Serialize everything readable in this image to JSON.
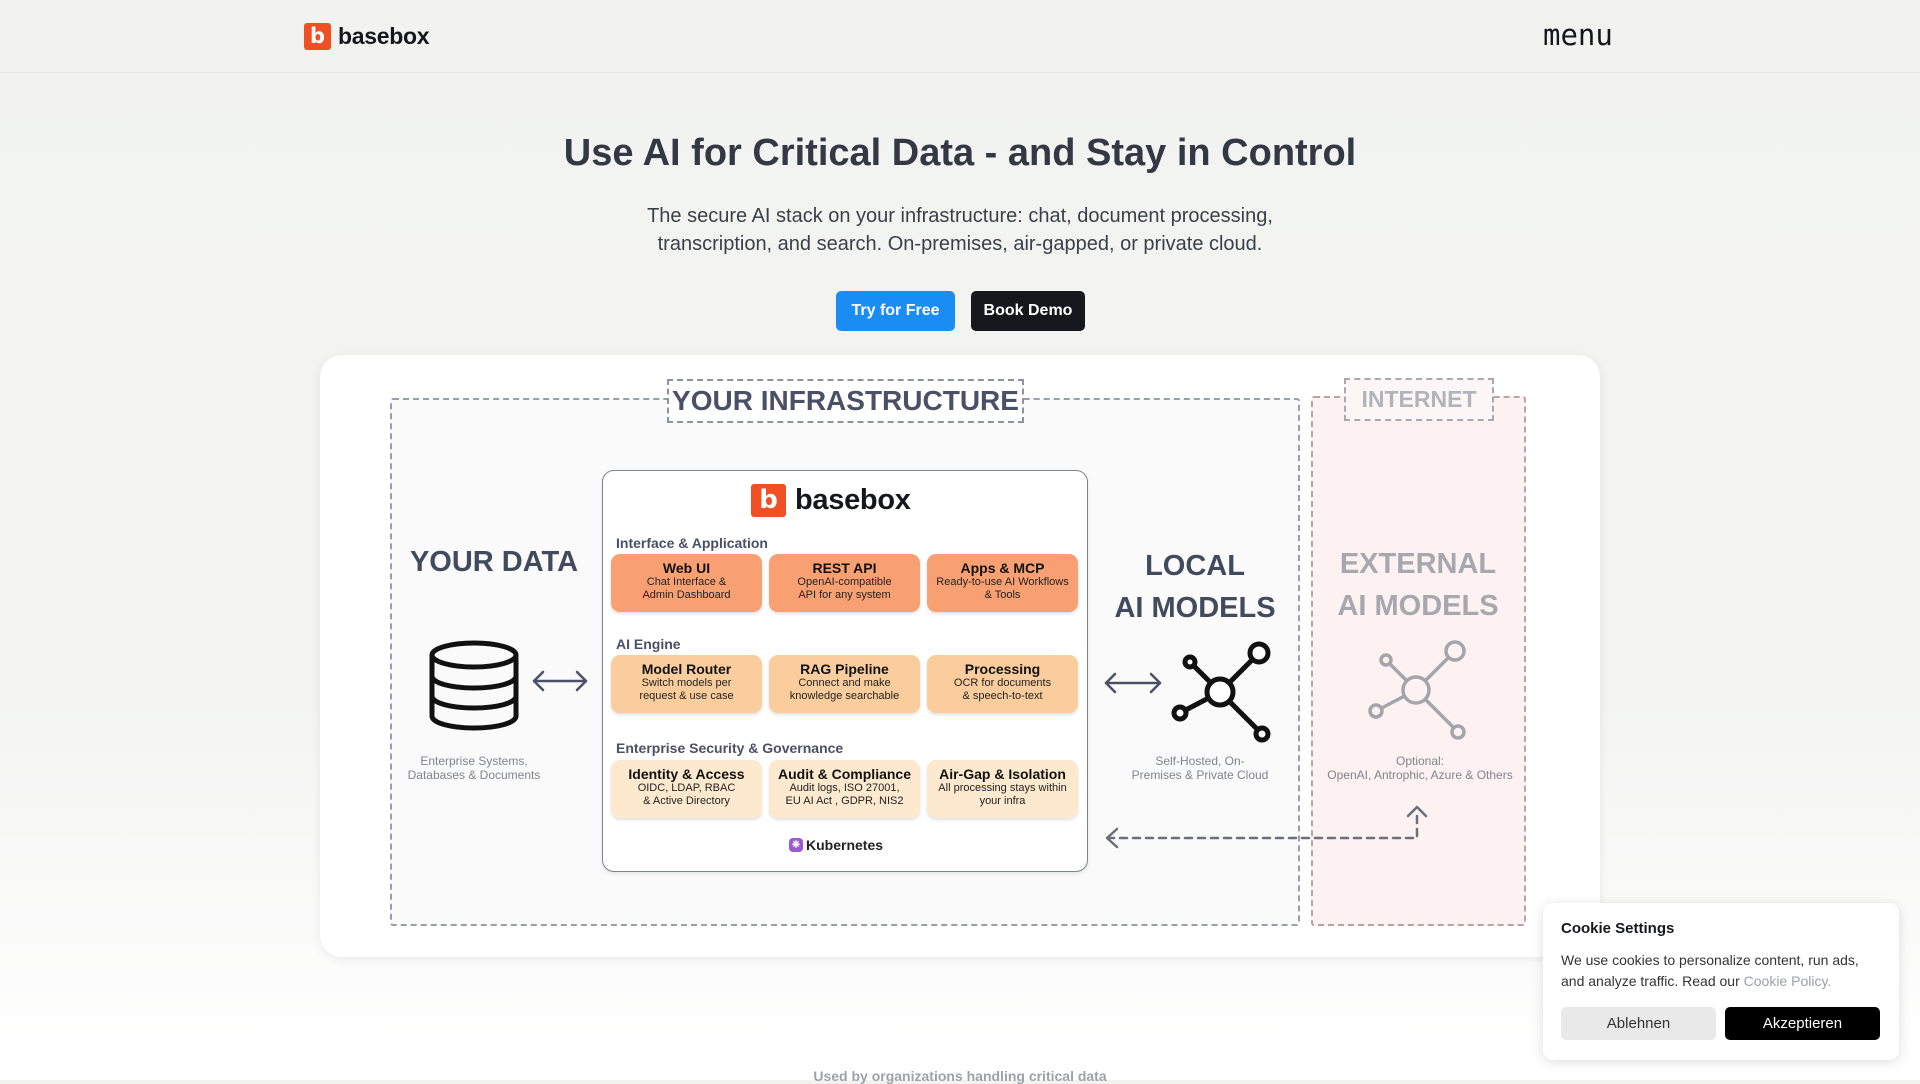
{
  "nav": {
    "logo_mark": "b",
    "logo_text": "basebox",
    "menu_label": "menu"
  },
  "hero": {
    "title": "Use AI for Critical Data - and Stay in Control",
    "subtitle_line1": "The secure AI stack on your infrastructure: chat, document processing,",
    "subtitle_line2": "transcription, and search. On-premises, air-gapped, or private cloud.",
    "try_label": "Try for Free",
    "demo_label": "Book Demo",
    "colors": {
      "try_button": "#1a8df5",
      "demo_button": "#15171c"
    }
  },
  "diagram": {
    "zone_infrastructure": "YOUR INFRASTRUCTURE",
    "zone_internet": "INTERNET",
    "your_data": {
      "label": "YOUR DATA",
      "caption_line1": "Enterprise Systems,",
      "caption_line2": "Databases & Documents",
      "icon": "database-icon"
    },
    "local_models": {
      "label_line1": "LOCAL",
      "label_line2": "AI MODELS",
      "caption_line1": "Self-Hosted, On-",
      "caption_line2": "Premises & Private Cloud",
      "icon": "network-hub-icon"
    },
    "external_models": {
      "label_line1": "EXTERNAL",
      "label_line2": "AI MODELS",
      "caption_line1": "Optional:",
      "caption_line2": "OpenAI, Antrophic, Azure & Others",
      "icon": "network-hub-icon"
    },
    "core": {
      "logo_mark": "b",
      "logo_text": "basebox",
      "sections": [
        {
          "title": "Interface & Application",
          "tiles": [
            {
              "title": "Web UI",
              "line1": "Chat Interface &",
              "line2": "Admin Dashboard"
            },
            {
              "title": "REST API",
              "line1": "OpenAI-compatible",
              "line2": "API for any system"
            },
            {
              "title": "Apps & MCP",
              "line1": "Ready-to-use AI Workflows",
              "line2": "& Tools"
            }
          ]
        },
        {
          "title": "AI Engine",
          "tiles": [
            {
              "title": "Model Router",
              "line1": "Switch models per",
              "line2": "request & use case"
            },
            {
              "title": "RAG Pipeline",
              "line1": "Connect and make",
              "line2": "knowledge searchable"
            },
            {
              "title": "Processing",
              "line1": "OCR for documents",
              "line2": "& speech-to-text"
            }
          ]
        },
        {
          "title": "Enterprise Security & Governance",
          "tiles": [
            {
              "title": "Identity & Access",
              "line1": "OIDC, LDAP, RBAC",
              "line2": "& Active Directory"
            },
            {
              "title": "Audit & Compliance",
              "line1": "Audit logs, ISO 27001,",
              "line2": "EU AI Act , GDPR, NIS2"
            },
            {
              "title": "Air-Gap & Isolation",
              "line1": "All processing stays within",
              "line2": "your infra"
            }
          ]
        }
      ],
      "platform": "Kubernetes",
      "colors": {
        "interface": "#f9a072",
        "engine": "#fbcd9c",
        "security": "#fde9cd",
        "brand": "#f04e23"
      }
    }
  },
  "cookie": {
    "title": "Cookie Settings",
    "text": "We use cookies to personalize content, run ads, and analyze traffic. Read our ",
    "link": "Cookie Policy",
    "link_suffix": ".",
    "decline_label": "Ablehnen",
    "accept_label": "Akzeptieren"
  },
  "footer_teaser": "Used by organizations handling critical data"
}
